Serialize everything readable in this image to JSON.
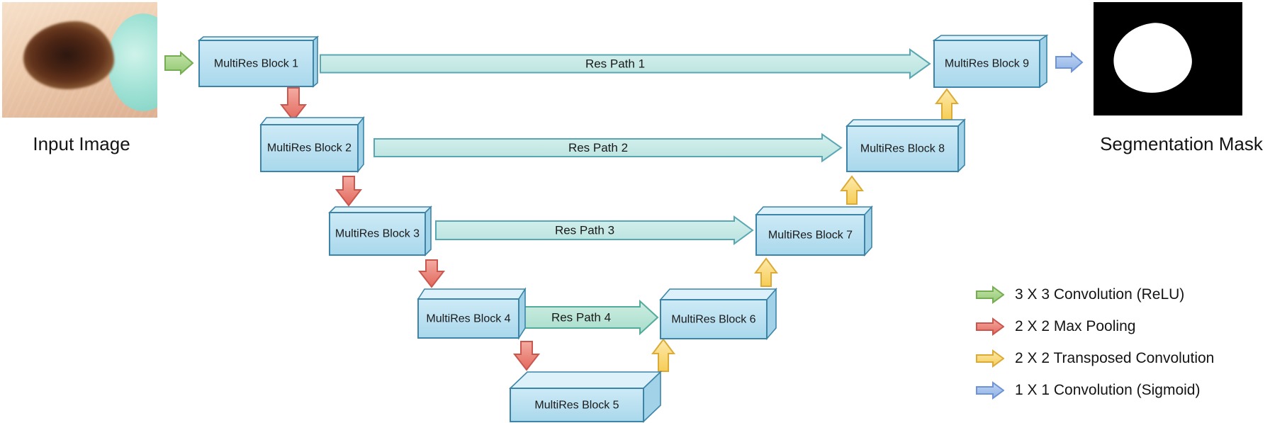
{
  "input_image": {
    "caption": "Input Image"
  },
  "segmentation_mask": {
    "caption": "Segmentation Mask"
  },
  "blocks": [
    {
      "label": "MultiRes Block 1"
    },
    {
      "label": "MultiRes Block 2"
    },
    {
      "label": "MultiRes Block 3"
    },
    {
      "label": "MultiRes Block 4"
    },
    {
      "label": "MultiRes Block 5"
    },
    {
      "label": "MultiRes Block 6"
    },
    {
      "label": "MultiRes Block 7"
    },
    {
      "label": "MultiRes Block 8"
    },
    {
      "label": "MultiRes Block 9"
    }
  ],
  "res_paths": [
    {
      "label": "Res Path 1"
    },
    {
      "label": "Res Path 2"
    },
    {
      "label": "Res Path 3"
    },
    {
      "label": "Res Path 4"
    }
  ],
  "legend": {
    "items": [
      {
        "icon": "green-arrow-icon",
        "label": "3 X 3 Convolution (ReLU)"
      },
      {
        "icon": "red-arrow-icon",
        "label": "2 X 2 Max Pooling"
      },
      {
        "icon": "yellow-arrow-icon",
        "label": "2 X 2 Transposed Convolution"
      },
      {
        "icon": "blue-arrow-icon",
        "label": "1 X 1 Convolution (Sigmoid)"
      }
    ]
  },
  "colors": {
    "block_fill": "#b9dff0",
    "block_border": "#3c85a8",
    "res_path_fill": "#c9e9e6",
    "res_path_border": "#5aa7b4",
    "conv3x3_green": "#8fc46f",
    "maxpool_red": "#e2675c",
    "transposed_yellow": "#f6cd55",
    "conv1x1_blue": "#8fb2e6"
  }
}
